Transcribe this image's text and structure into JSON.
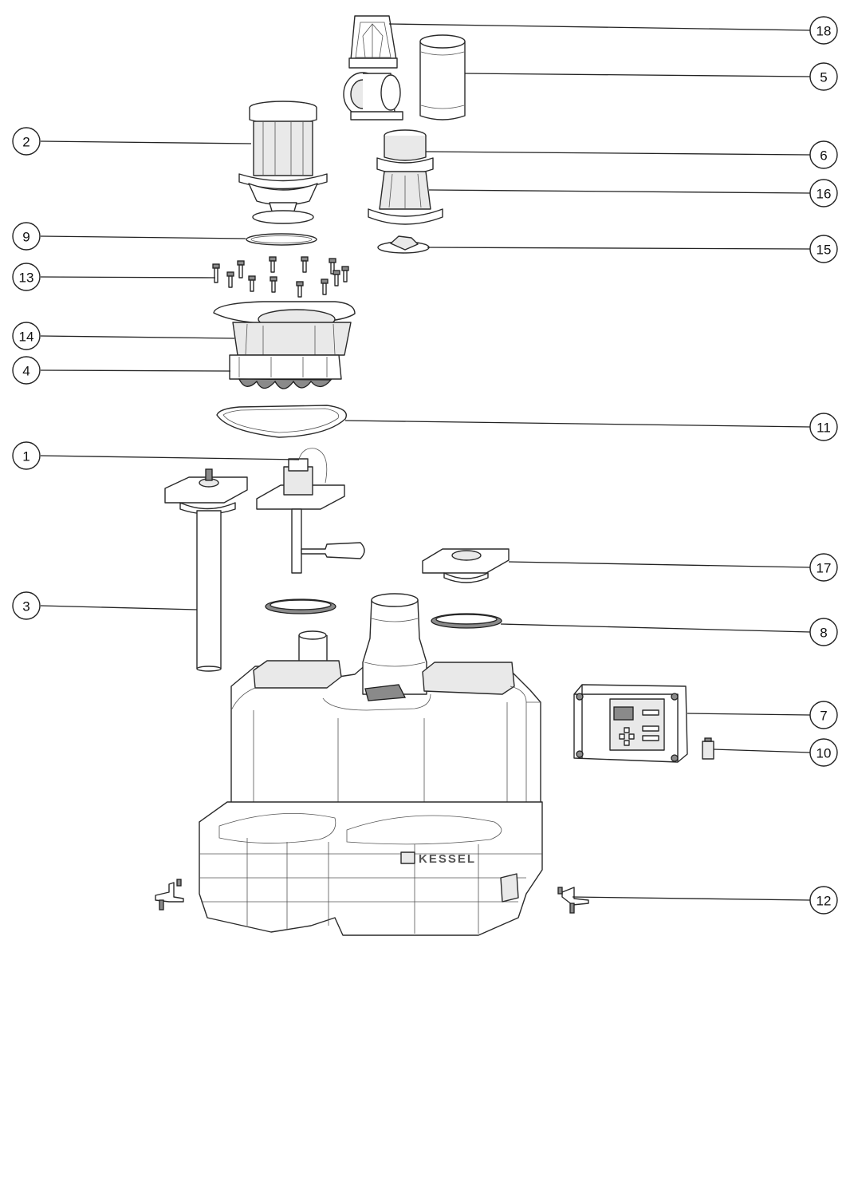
{
  "brand_text": "KESSEL",
  "callouts": [
    {
      "id": "18",
      "label": "18"
    },
    {
      "id": "5",
      "label": "5"
    },
    {
      "id": "2",
      "label": "2"
    },
    {
      "id": "6",
      "label": "6"
    },
    {
      "id": "16",
      "label": "16"
    },
    {
      "id": "9",
      "label": "9"
    },
    {
      "id": "15",
      "label": "15"
    },
    {
      "id": "13",
      "label": "13"
    },
    {
      "id": "14",
      "label": "14"
    },
    {
      "id": "4",
      "label": "4"
    },
    {
      "id": "11",
      "label": "11"
    },
    {
      "id": "1",
      "label": "1"
    },
    {
      "id": "17",
      "label": "17"
    },
    {
      "id": "3",
      "label": "3"
    },
    {
      "id": "8",
      "label": "8"
    },
    {
      "id": "7",
      "label": "7"
    },
    {
      "id": "10",
      "label": "10"
    },
    {
      "id": "12",
      "label": "12"
    }
  ]
}
